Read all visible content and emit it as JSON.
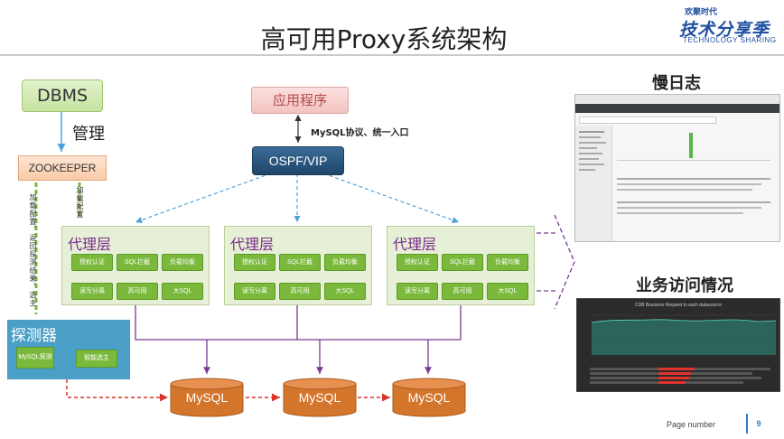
{
  "header": {
    "title": "高可用Proxy系统架构",
    "logo_small": "欢聚时代",
    "logo_big": "技术分享季",
    "logo_en": "TECHNOLOGY SHARING"
  },
  "left": {
    "dbms_label": "DBMS",
    "manage_label": "管理",
    "zookeeper_label": "ZOOKEEPER",
    "load_config_label_1": "加载配置",
    "load_config_label_2": "加载配置",
    "probe_flow_label": "加载配置，返回探测结果，选主",
    "probe": {
      "title": "探测器",
      "buttons": [
        "MySQL探测",
        "智能选主"
      ]
    }
  },
  "center": {
    "app_label": "应用程序",
    "protocol_label": "MySQL协议、统一入口",
    "ospf_label": "OSPF/VIP"
  },
  "proxies": [
    {
      "title": "代理层",
      "buttons": [
        "授权认证",
        "SQL拦截",
        "负载均衡",
        "读写分离",
        "高可用",
        "大SQL"
      ]
    },
    {
      "title": "代理层",
      "buttons": [
        "授权认证",
        "SQL拦截",
        "负载均衡",
        "读写分离",
        "高可用",
        "大SQL"
      ]
    },
    {
      "title": "代理层",
      "buttons": [
        "授权认证",
        "SQL拦截",
        "负载均衡",
        "读写分离",
        "高可用",
        "大SQL"
      ]
    }
  ],
  "databases": [
    "MySQL",
    "MySQL",
    "MySQL"
  ],
  "right": {
    "slowlog_title": "慢日志",
    "business_title": "业务访问情况",
    "grafana_chart_title": "CDB Business Request to each datasource"
  },
  "footer": {
    "page_label": "Page number",
    "page_number": "9"
  },
  "colors": {
    "green_button": "#7ab93c",
    "purple_line": "#7a3a95",
    "red_dashed": "#d9342b",
    "blue_dashed": "#4da3d9",
    "db_orange": "#d4752c"
  }
}
